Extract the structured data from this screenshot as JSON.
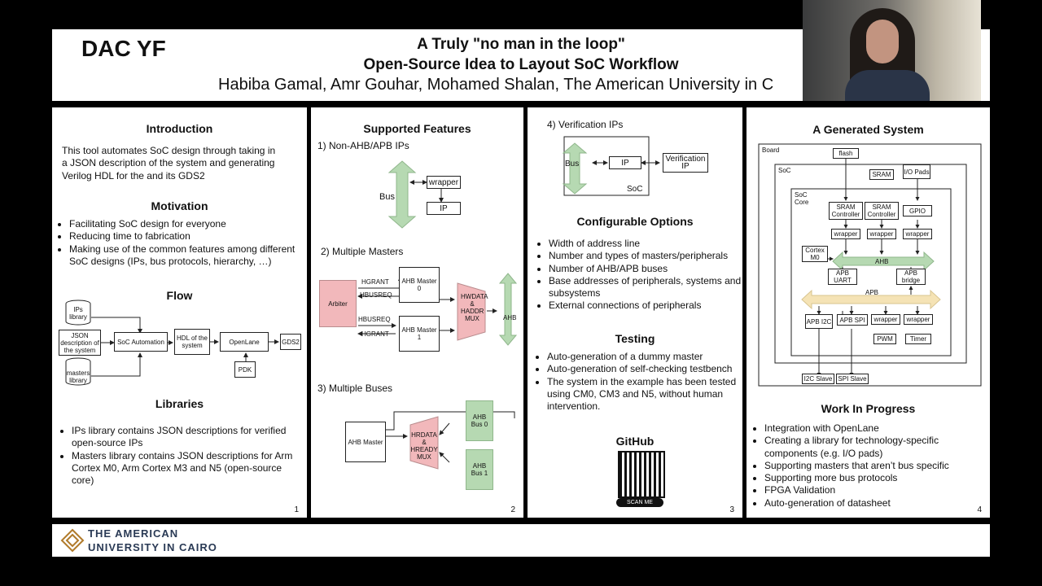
{
  "header": {
    "badge": "DAC YF",
    "title_line1": "A Truly \"no man in the loop\"",
    "title_line2": "Open-Source Idea to Layout SoC Workflow",
    "authors": "Habiba Gamal, Amr Gouhar, Mohamed Shalan, The American University in C"
  },
  "panel1": {
    "intro_title": "Introduction",
    "intro_text": [
      "This tool automates SoC design through taking in",
      "a JSON description of the system and generating",
      "Verilog HDL for the and its GDS2"
    ],
    "motivation_title": "Motivation",
    "motivation_items": [
      "Facilitating SoC design for everyone",
      "Reducing time to fabrication",
      "Making use of the common features among different SoC designs (IPs, bus protocols, hierarchy, …)"
    ],
    "flow_title": "Flow",
    "flow": {
      "ips": "IPs library",
      "json": "JSON description of the system",
      "masters": "masters library",
      "soc": "SoC Automation",
      "hdl": "HDL of the system",
      "openlane": "OpenLane",
      "gds": "GDS2",
      "pdk": "PDK"
    },
    "libraries_title": "Libraries",
    "libraries_items": [
      "IPs library contains JSON descriptions for verified open-source IPs",
      "Masters library contains JSON descriptions for Arm Cortex M0, Arm Cortex M3 and N5 (open-source core)"
    ],
    "page": "1"
  },
  "panel2": {
    "title": "Supported Features",
    "s1": "1) Non-AHB/APB IPs",
    "s1_bus": "Bus",
    "s1_wrapper": "wrapper",
    "s1_ip": "IP",
    "s2": "2) Multiple Masters",
    "s2_arbiter": "Arbiter",
    "s2_m0": "AHB Master 0",
    "s2_m1": "AHB Master 1",
    "s2_mux": "HWDATA & HADDR MUX",
    "s2_ahb": "AHB",
    "s2_sig1": "HGRANT",
    "s2_sig2": "HBUSREQ",
    "s2_sig3": "HBUSREQ",
    "s2_sig4": "HGRANT",
    "s3": "3) Multiple Buses",
    "s3_master": "AHB Master",
    "s3_mux": "HRDATA & HREADY MUX",
    "s3_bus0": "AHB Bus 0",
    "s3_bus1": "AHB Bus 1",
    "page": "2"
  },
  "panel3": {
    "vip_title": "4) Verification IPs",
    "vip_bus": "Bus",
    "vip_ip": "IP",
    "vip_vip": "Verification IP",
    "vip_soc": "SoC",
    "config_title": "Configurable Options",
    "config_items": [
      "Width of address line",
      "Number and types of masters/peripherals",
      "Number of AHB/APB buses",
      "Base addresses of peripherals, systems and subsystems",
      "External connections of peripherals"
    ],
    "testing_title": "Testing",
    "testing_items": [
      "Auto-generation of a dummy master",
      "Auto-generation of self-checking testbench",
      "The system in the example has been tested using CM0, CM3 and N5, without human intervention."
    ],
    "github_title": "GitHub",
    "scan_label": "SCAN ME",
    "page": "3"
  },
  "panel4": {
    "title": "A Generated System",
    "board": "Board",
    "soc": "SoC",
    "core": "SoC Core",
    "flash": "flash",
    "sram": "SRAM",
    "io": "I/O Pads",
    "sram_ctrl1": "SRAM Controller",
    "sram_ctrl2": "SRAM Controller",
    "gpio": "GPIO",
    "wrapper": "wrapper",
    "cortex": "Cortex M0",
    "ahb": "AHB",
    "apb_uart": "APB UART",
    "apb_bridge": "APB bridge",
    "apb": "APB",
    "apb_i2c": "APB I2C",
    "apb_spi": "APB SPI",
    "pwm": "PWM",
    "timer": "Timer",
    "i2c_slave": "I2C Slave",
    "spi_slave": "SPI Slave",
    "wip_title": "Work In Progress",
    "wip_items": [
      "Integration with OpenLane",
      "Creating a library for technology-specific components (e.g. I/O pads)",
      "Supporting masters that aren’t bus specific",
      "Supporting more bus protocols",
      "FPGA Validation",
      "Auto-generation of datasheet"
    ],
    "page": "4"
  },
  "footer": {
    "line1": "THE AMERICAN",
    "line2": "UNIVERSITY IN CAIRO"
  },
  "colors": {
    "pink": "#f2b8bb",
    "green": "#b6d9b2",
    "yellow": "#f5e3b5",
    "background": "#000000"
  }
}
